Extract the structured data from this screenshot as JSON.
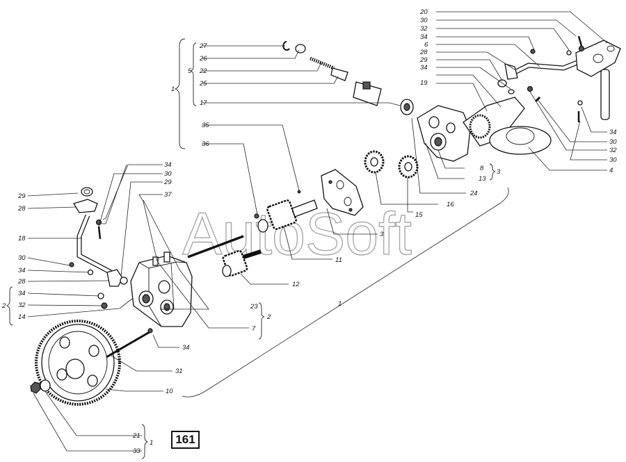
{
  "figure_number": "161",
  "watermark": "AutoSoft",
  "labels": {
    "top_20": "20",
    "top_30a": "30",
    "top_32a": "32",
    "top_34a": "34",
    "top_6": "6",
    "top_28": "28",
    "top_29": "29",
    "top_34b": "34",
    "top_19": "19",
    "r_34": "34",
    "r_30a": "30",
    "r_32": "32",
    "r_30b": "30",
    "r_4": "4",
    "grp5_27": "27",
    "grp5_26": "26",
    "grp5_22": "22",
    "grp5_25": "25",
    "grp5_17": "17",
    "brace_5": "5",
    "brace_1a": "1",
    "m_35": "35",
    "m_36": "36",
    "m_8": "8",
    "m_13": "13",
    "brace_3": "3",
    "m_24": "24",
    "m_16": "16",
    "m_15": "15",
    "m_3": "3",
    "m_11": "11",
    "m_12": "12",
    "m_1": "1",
    "m_23": "23",
    "m_7": "7",
    "brace_2b": "2",
    "m_34c": "34",
    "m_31": "31",
    "m_10": "10",
    "l_34": "34",
    "l_30": "30",
    "l_29": "29",
    "l_37": "37",
    "l_29b": "29",
    "l_28": "28",
    "l_18": "18",
    "l_30b": "30",
    "l_34b": "34",
    "l_28b": "28",
    "l_34c": "34",
    "l_32": "32",
    "l_14": "14",
    "brace_2a": "2",
    "b_21": "21",
    "b_33": "33",
    "brace_1b": "1"
  }
}
